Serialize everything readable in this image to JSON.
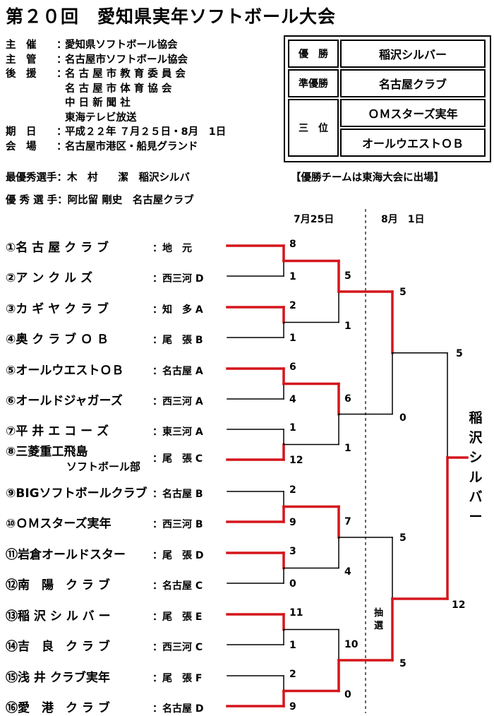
{
  "title": "第２０回　愛知県実年ソフトボール大会",
  "info": [
    {
      "label": "主　催",
      "value": "愛知県ソフトボール協会"
    },
    {
      "label": "主　管",
      "value": "名古屋市ソフトボール協会"
    },
    {
      "label": "後　援",
      "value": "名 古 屋 市 教 育 委 員 会"
    },
    {
      "label": "",
      "value": "名 古 屋 市 体 育 協 会"
    },
    {
      "label": "",
      "value": "中 日 新 聞 社"
    },
    {
      "label": "",
      "value": "東海テレビ放送"
    },
    {
      "label": "期　日",
      "value": "平成２２年 ７月２５日・8月　1日"
    },
    {
      "label": "会　場",
      "value": "名古屋市港区・船見グランド"
    }
  ],
  "results": {
    "winner_label": "優　勝",
    "winner": "稲沢シルバー",
    "runner_label": "準優勝",
    "runner": "名古屋クラブ",
    "third_label": "三　位",
    "third1": "ＯＭスターズ実年",
    "third2": "オールウエストＯＢ"
  },
  "mvp": {
    "label": "最優秀選手",
    "value": "木　村　　潔　稲沢シルバ"
  },
  "excellent": {
    "label": "優 秀 選 手",
    "value": "阿比留 剛史　名古屋クラブ"
  },
  "note": "【優勝チームは東海大会に出場】",
  "dates": {
    "day1": "7月25日",
    "day2": "8月　1日"
  },
  "teams": [
    {
      "no": "①",
      "name": "名 古 屋 ク ラ ブ",
      "pref": "地　元"
    },
    {
      "no": "②",
      "name": "ア ン ク ル ズ",
      "pref": "西三河 D"
    },
    {
      "no": "③",
      "name": "カ ギ ヤ ク ラ ブ",
      "pref": "知　多 A"
    },
    {
      "no": "④",
      "name": "奥 ク ラ ブ Ｏ Ｂ",
      "pref": "尾　張 B"
    },
    {
      "no": "⑤",
      "name": "オールウエストＯＢ",
      "pref": "名古屋 A"
    },
    {
      "no": "⑥",
      "name": "オールドジャガーズ",
      "pref": "西三河 A"
    },
    {
      "no": "⑦",
      "name": "平 井 エ コ ー ズ",
      "pref": "東三河 A"
    },
    {
      "no": "⑧",
      "name": "三菱重工飛島",
      "name2": "ソフトボール部",
      "pref": "尾　張 C"
    },
    {
      "no": "⑨",
      "name": "BIGソフトボールクラブ",
      "pref": "名古屋 B"
    },
    {
      "no": "⑩",
      "name": "ＯＭスターズ実年",
      "pref": "西三河 B"
    },
    {
      "no": "⑪",
      "name": "岩倉オールドスター",
      "pref": "尾　張 D"
    },
    {
      "no": "⑫",
      "name": "南　陽　ク ラ ブ",
      "pref": "名古屋 C"
    },
    {
      "no": "⑬",
      "name": "稲 沢 シ ル バ ー",
      "pref": "尾　張 E"
    },
    {
      "no": "⑭",
      "name": "吉　良　ク ラ ブ",
      "pref": "西三河 C"
    },
    {
      "no": "⑮",
      "name": "浅 井 クラブ実年",
      "pref": "尾　張 F"
    },
    {
      "no": "⑯",
      "name": "愛　港　ク ラ ブ",
      "pref": "名古屋 D"
    }
  ],
  "scores_r1": [
    "8",
    "1",
    "2",
    "1",
    "6",
    "4",
    "1",
    "12",
    "2",
    "9",
    "3",
    "0",
    "11",
    "1",
    "2",
    "9"
  ],
  "scores_r2": [
    "5",
    "1",
    "6",
    "1",
    "7",
    "4",
    "10",
    "0"
  ],
  "scores_r3": [
    "5",
    "0",
    "5",
    "5"
  ],
  "scores_final": [
    "5",
    "12"
  ],
  "draw_label": "抽選",
  "champion_vertical": "稲沢シルバー"
}
